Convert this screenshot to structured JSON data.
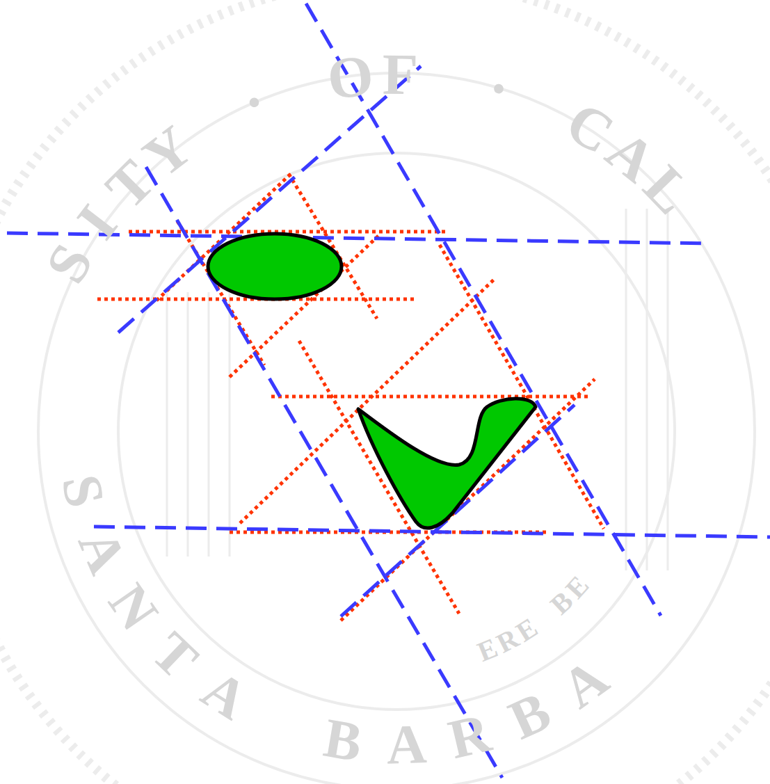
{
  "diagram": {
    "labels": [
      "SITY · OF · CAL",
      "SANTA BARBA",
      "ERE BE"
    ]
  }
}
